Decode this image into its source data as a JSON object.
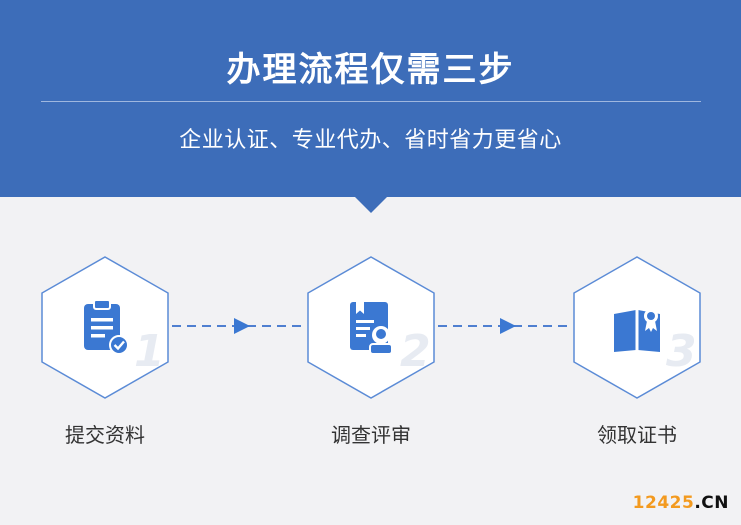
{
  "header": {
    "title": "办理流程仅需三步",
    "subtitle": "企业认证、专业代办、省时省力更省心"
  },
  "steps": [
    {
      "number": "1",
      "label": "提交资料",
      "icon": "clipboard-check-icon"
    },
    {
      "number": "2",
      "label": "调查评审",
      "icon": "document-person-icon"
    },
    {
      "number": "3",
      "label": "领取证书",
      "icon": "certificate-book-icon"
    }
  ],
  "watermark": {
    "number_part": "12425",
    "domain_part": ".CN"
  },
  "colors": {
    "banner": "#3d6db9",
    "accent": "#3b78d2",
    "background": "#f2f2f4",
    "watermark_orange": "#f39a1f"
  }
}
